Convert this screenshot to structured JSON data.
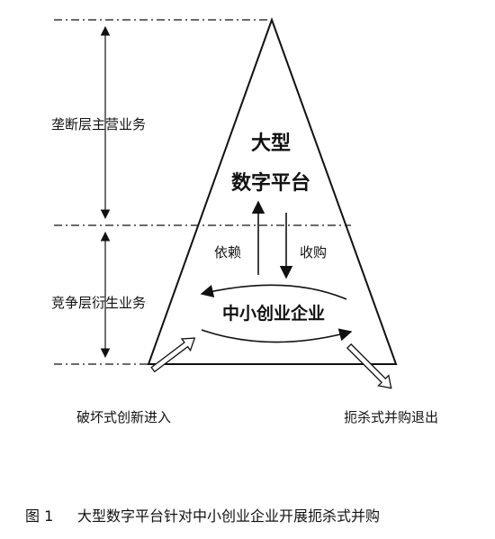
{
  "diagram": {
    "top_label": "大型",
    "top_label_2": "数字平台",
    "left_zone_upper": "垄断层主营业务",
    "left_zone_lower": "竞争层衍生业务",
    "arrow_up_label": "依赖",
    "arrow_down_label": "收购",
    "center_label": "中小创业企业",
    "entry_label": "破坏式创新进入",
    "exit_label": "扼杀式并购退出"
  },
  "caption": {
    "figure_no": "图 1",
    "title": "大型数字平台针对中小创业企业开展扼杀式并购"
  }
}
